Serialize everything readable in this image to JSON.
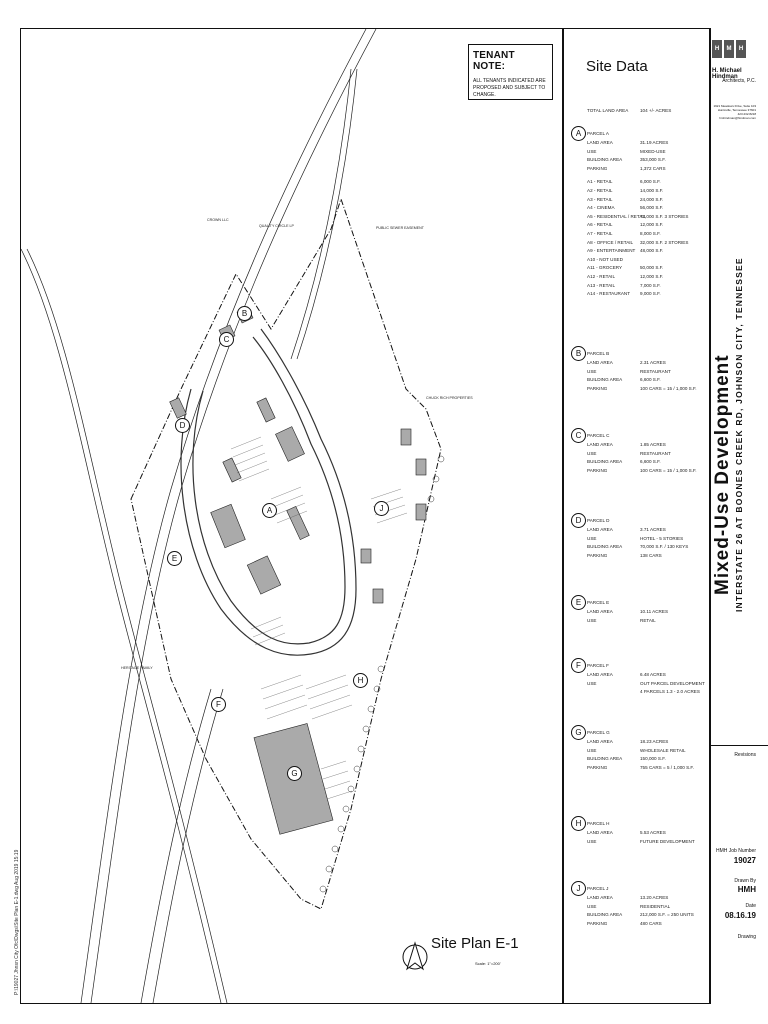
{
  "tenant_note": {
    "title": "TENANT NOTE:",
    "body": "ALL TENANTS INDICATED ARE PROPOSED AND SUBJECT TO CHANGE."
  },
  "site_data": {
    "title": "Site Data",
    "total_land_area": {
      "label": "TOTAL LAND AREA",
      "value": "104 +/- ACRES"
    },
    "parcels": [
      {
        "id": "A",
        "name": "PARCEL A",
        "rows": [
          [
            "LAND AREA",
            "31.19 ACRES"
          ],
          [
            "USE",
            "MIXED-USE"
          ],
          [
            "BUILDING AREA",
            "353,000 S.F."
          ],
          [
            "PARKING",
            "1,372 CARS"
          ],
          [
            "A1 - RETAIL",
            "6,000 S.F."
          ],
          [
            "A2 - RETAIL",
            "14,000 S.F."
          ],
          [
            "A3 - RETAIL",
            "24,000 S.F."
          ],
          [
            "A4 - CINEMA",
            "56,000 S.F."
          ],
          [
            "A5 - RESIDENTIAL / RETAIL",
            "72,000 S.F.   3 STORIES"
          ],
          [
            "A6 - RETAIL",
            "12,000 S.F."
          ],
          [
            "A7 - RETAIL",
            "8,000 S.F."
          ],
          [
            "A8 - OFFICE / RETAIL",
            "32,000 S.F.   2 STORIES"
          ],
          [
            "A9 - ENTERTAINMENT",
            "48,000 S.F."
          ],
          [
            "A10 - NOT USED",
            ""
          ],
          [
            "A11 - GROCERY",
            "50,000 S.F."
          ],
          [
            "A12 - RETAIL",
            "12,000 S.F."
          ],
          [
            "A13 - RETAIL",
            "7,000 S.F."
          ],
          [
            "A14 - RESTAURANT",
            "9,000 S.F."
          ]
        ]
      },
      {
        "id": "B",
        "name": "PARCEL B",
        "rows": [
          [
            "LAND AREA",
            "2.31 ACRES"
          ],
          [
            "USE",
            "RESTAURANT"
          ],
          [
            "BUILDING AREA",
            "6,600 S.F."
          ],
          [
            "PARKING",
            "100 CARS = 15 / 1,000 S.F."
          ]
        ]
      },
      {
        "id": "C",
        "name": "PARCEL C",
        "rows": [
          [
            "LAND AREA",
            "1.85 ACRES"
          ],
          [
            "USE",
            "RESTAURANT"
          ],
          [
            "BUILDING AREA",
            "6,600 S.F."
          ],
          [
            "PARKING",
            "100 CARS = 15 / 1,000 S.F."
          ]
        ]
      },
      {
        "id": "D",
        "name": "PARCEL D",
        "rows": [
          [
            "LAND AREA",
            "3.71 ACRES"
          ],
          [
            "USE",
            "HOTEL - 5 STORIES"
          ],
          [
            "BUILDING AREA",
            "70,000 S.F. / 130 KEYS"
          ],
          [
            "PARKING",
            "138 CARS"
          ]
        ]
      },
      {
        "id": "E",
        "name": "PARCEL E",
        "rows": [
          [
            "LAND AREA",
            "10.11 ACRES"
          ],
          [
            "USE",
            "RETAIL"
          ]
        ]
      },
      {
        "id": "F",
        "name": "PARCEL F",
        "rows": [
          [
            "LAND AREA",
            "6.48 ACRES"
          ],
          [
            "USE",
            "OUT PARCEL DEVELOPMENT"
          ],
          [
            "",
            "4 PARCELS 1.3 - 2.0 ACRES"
          ]
        ]
      },
      {
        "id": "G",
        "name": "PARCEL G",
        "rows": [
          [
            "LAND AREA",
            "18.23 ACRES"
          ],
          [
            "USE",
            "WHOLESALE RETAIL"
          ],
          [
            "BUILDING AREA",
            "150,000 S.F."
          ],
          [
            "PARKING",
            "755 CARS = 5 / 1,000 S.F."
          ]
        ]
      },
      {
        "id": "H",
        "name": "PARCEL H",
        "rows": [
          [
            "LAND AREA",
            "5.53 ACRES"
          ],
          [
            "USE",
            "FUTURE DEVELOPMENT"
          ]
        ]
      },
      {
        "id": "J",
        "name": "PARCEL J",
        "rows": [
          [
            "LAND AREA",
            "13.20 ACRES"
          ],
          [
            "USE",
            "RESIDENTIAL"
          ],
          [
            "BUILDING AREA",
            "212,000 S.F. = 250 UNITS"
          ],
          [
            "PARKING",
            "480 CARS"
          ]
        ]
      }
    ]
  },
  "plan_labels": {
    "parcel_markers": [
      "A",
      "B",
      "C",
      "D",
      "E",
      "F",
      "G",
      "H",
      "J"
    ],
    "site_plan_title": "Site Plan E-1",
    "scale": "Scale: 1\"=200'",
    "owner_notes": [
      "QUALITY CIRCLE LP  TAX MAP 029  PARCEL 003.00",
      "CROWN LLC  TAX MAP 029N 'B'  PARCEL 003.00",
      "HERITAGE FAMILY CEMETERY INCORPORATED  Parcel Number 029 027.00",
      "CHUCK RICH PROPERTIES  Parcel Number 029N A 036.00",
      "PUBLIC SEWER EASEMENT"
    ]
  },
  "title_block": {
    "logo_letters": [
      "H",
      "M",
      "H"
    ],
    "firm_name": "H. Michael Hindman",
    "firm_sub": "Architects, P.C.",
    "address": "1921 Meadows Drive, Suite 103  Huntsville, Tennessee 37601  423.232.8218  hmhindman@hindman.com",
    "project_title": "Mixed-Use Development",
    "project_subtitle": "INTERSTATE 26 AT BOONES CREEK RD, JOHNSON CITY, TENNESSEE",
    "revisions_label": "Revisions",
    "job_number_label": "HMH Job Number",
    "job_number": "19027",
    "drawn_by_label": "Drawn By",
    "drawn_by": "HMH",
    "date_label": "Date",
    "date": "08.16.19",
    "drawing_label": "Drawing"
  },
  "left_strip_text": "P:\\19027 Jhnsn City Ofc\\Dwgs\\Site Plan E-1.dwg   Aug 2019   15:19"
}
